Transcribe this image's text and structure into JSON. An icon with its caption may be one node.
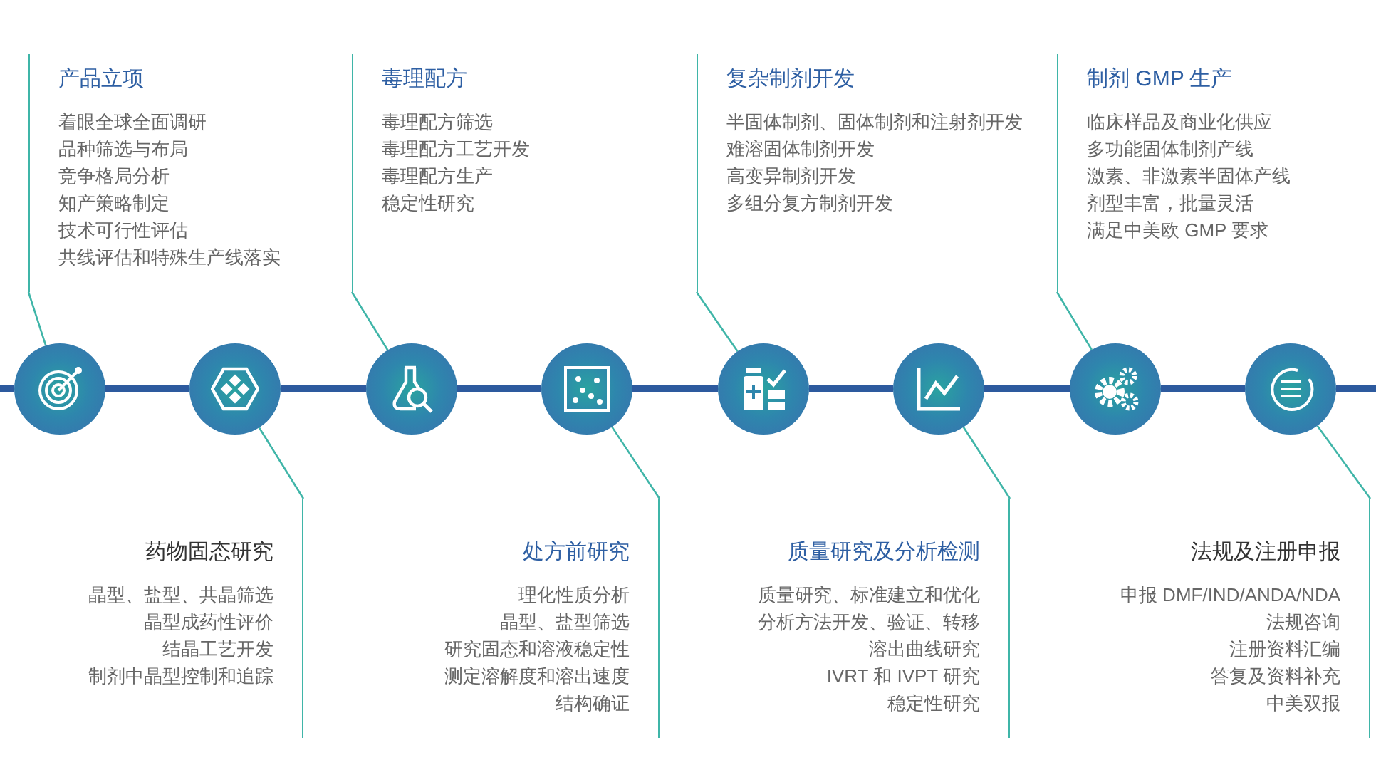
{
  "diagram": {
    "nodes": [
      {
        "text": [
          "产品立项",
          "着眼全球全面调研",
          "品种筛选与布局",
          "竞争格局分析",
          "知产策略制定",
          "技术可行性评估",
          "共线评估和特殊生产线落实"
        ]
      },
      {
        "text": [
          "毒理配方",
          "毒理配方筛选",
          "毒理配方工艺开发",
          "毒理配方生产",
          "稳定性研究"
        ]
      },
      {
        "text": [
          "复杂制剂开发",
          "半固体制剂、固体制剂和注射剂开发",
          "难溶固体制剂开发",
          "高变异制剂开发",
          "多组分复方制剂开发"
        ]
      },
      {
        "text": [
          "制剂 GMP 生产",
          "临床样品及商业化供应",
          "多功能固体制剂产线",
          "激素、非激素半固体产线",
          "剂型丰富，批量灵活",
          "满足中美欧 GMP 要求"
        ]
      },
      {
        "text": [],
        "shape": "circle"
      },
      {
        "text": [],
        "shape": "circle"
      },
      {
        "text": [],
        "shape": "circle"
      },
      {
        "text": [],
        "shape": "circle"
      },
      {
        "text": [],
        "shape": "circle"
      },
      {
        "text": [],
        "shape": "circle"
      },
      {
        "text": [],
        "shape": "circle"
      },
      {
        "text": [],
        "shape": "circle"
      },
      {
        "text": [
          "药物固态研究",
          "晶型、盐型、共晶筛选",
          "晶型成药性评价",
          "结晶工艺开发",
          "制剂中晶型控制和追踪"
        ]
      },
      {
        "text": [
          "处方前研究",
          "理化性质分析",
          "晶型、盐型筛选",
          "研究固态和溶液稳定性",
          "测定溶解度和溶出速度",
          "结构确证"
        ]
      },
      {
        "text": [
          "质量研究及分析检测",
          "质量研究、标准建立和优化",
          "分析方法开发、验证、转移",
          "溶出曲线研究",
          "IVRT 和 IVPT 研究",
          "稳定性研究"
        ]
      },
      {
        "text": [
          "法规及注册申报",
          "申报 DMF/IND/ANDA/NDA",
          "法规咨询",
          "注册资料汇编",
          "答复及资料补充",
          "中美双报"
        ]
      }
    ],
    "edges": [
      {
        "from": null,
        "to": 4,
        "arrow": "none"
      },
      {
        "from": 4,
        "to": 5,
        "arrow": "none"
      },
      {
        "from": 5,
        "to": 6,
        "arrow": "none"
      },
      {
        "from": 6,
        "to": 7,
        "arrow": "none"
      },
      {
        "from": 7,
        "to": 8,
        "arrow": "none"
      },
      {
        "from": 8,
        "to": 9,
        "arrow": "none"
      },
      {
        "from": 9,
        "to": 10,
        "arrow": "none"
      },
      {
        "from": 10,
        "to": 11,
        "arrow": "none"
      },
      {
        "from": 11,
        "to": null,
        "arrow": "none"
      },
      {
        "from": 0,
        "to": 4,
        "arrow": "none",
        "color": "#3fb5a8"
      },
      {
        "from": 1,
        "to": 6,
        "arrow": "none",
        "color": "#3fb5a8"
      },
      {
        "from": 2,
        "to": 8,
        "arrow": "none",
        "color": "#3fb5a8"
      },
      {
        "from": 3,
        "to": 10,
        "arrow": "none",
        "color": "#3fb5a8"
      },
      {
        "from": 12,
        "to": 5,
        "arrow": "none",
        "color": "#3fb5a8"
      },
      {
        "from": 13,
        "to": 7,
        "arrow": "none",
        "color": "#3fb5a8"
      },
      {
        "from": 14,
        "to": 9,
        "arrow": "none",
        "color": "#3fb5a8"
      },
      {
        "from": 15,
        "to": 11,
        "arrow": "none",
        "color": "#3fb5a8"
      }
    ]
  }
}
